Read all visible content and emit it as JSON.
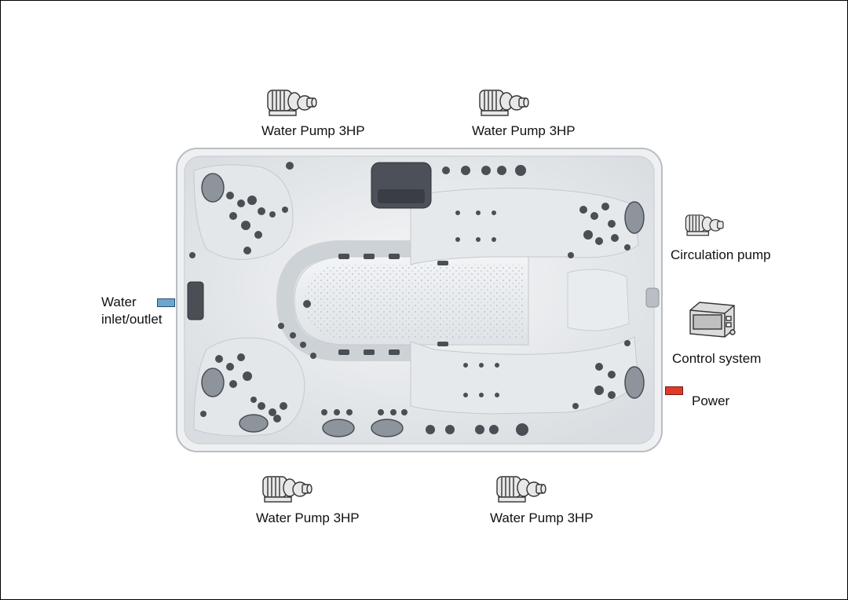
{
  "labels": {
    "pump_top_left": "Water Pump 3HP",
    "pump_top_right": "Water Pump 3HP",
    "pump_bottom_left": "Water Pump 3HP",
    "pump_bottom_right": "Water Pump 3HP",
    "circulation_pump": "Circulation pump",
    "control_system": "Control system",
    "water_line1": "Water",
    "water_line2": "inlet/outlet",
    "power": "Power"
  },
  "colors": {
    "water_marker": "#6aa6cf",
    "power_marker": "#e03a2a",
    "tub_shell": "#e9ecef",
    "jet": "#4a4e55"
  },
  "icons": {
    "pump": "water-pump-icon",
    "control": "control-box-icon"
  }
}
